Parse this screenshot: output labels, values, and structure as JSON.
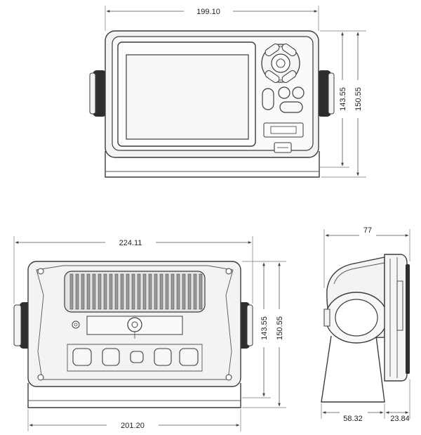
{
  "dimensions": {
    "front_width": "199.10",
    "front_height_inner": "143.55",
    "front_height_outer": "150.55",
    "rear_width_top": "224.11",
    "rear_width_bottom": "201.20",
    "rear_height_inner": "143.55",
    "rear_height_outer": "150.55",
    "side_depth": "77",
    "side_base": "58.32",
    "side_front": "23.84"
  },
  "colors": {
    "outline": "#3c3c3c",
    "knob": "#2e2e2e",
    "background": "#ffffff"
  }
}
